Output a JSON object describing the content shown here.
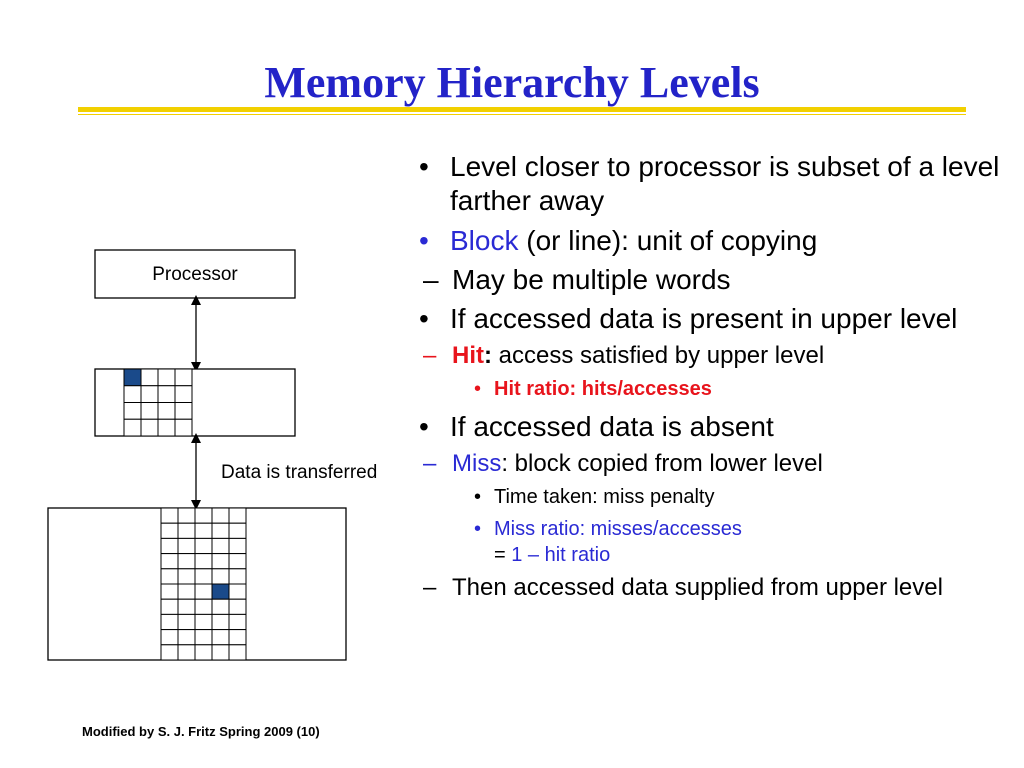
{
  "slide": {
    "title": "Memory Hierarchy Levels",
    "footer": "Modified by S. J. Fritz  Spring 2009 (10)"
  },
  "colors": {
    "title": "#2323c8",
    "rule": "#f2d000",
    "emphasis_blue": "#2a2ad4",
    "emphasis_red": "#e8141c",
    "block_fill": "#1a4a8a"
  },
  "diagram": {
    "processor_label": "Processor",
    "transfer_label": "Data is transferred",
    "upper_level": {
      "rows": 4,
      "cols": 4,
      "highlight_row": 0,
      "highlight_col": 0
    },
    "lower_level": {
      "rows": 10,
      "cols": 5,
      "highlight_row": 5,
      "highlight_col": 3
    }
  },
  "bullets": {
    "b1": {
      "text": "Level closer to processor is subset of a level farther away"
    },
    "b2": {
      "term": "Block",
      "rest": " (or line): unit of copying"
    },
    "b2_sub": {
      "text": "May be multiple words"
    },
    "b3": {
      "text": "If accessed data is present in upper level"
    },
    "b3_sub": {
      "term": "Hit",
      "colon": ":",
      "rest": " access satisfied by upper level"
    },
    "b3_sub_sub": {
      "text": "Hit ratio: hits/accesses"
    },
    "b4": {
      "text": "If accessed data is absent"
    },
    "b4_sub": {
      "term": "Miss",
      "rest": ": block copied from lower level"
    },
    "b4_sub_sub1": {
      "text": "Time taken: miss penalty"
    },
    "b4_sub_sub2": {
      "line1": "Miss ratio: misses/accesses",
      "eq": "= ",
      "line2": "1 – hit ratio"
    },
    "b4_sub2": {
      "text": "Then accessed data supplied from upper level"
    }
  },
  "markers": {
    "bullet": "•",
    "dash": "–"
  }
}
